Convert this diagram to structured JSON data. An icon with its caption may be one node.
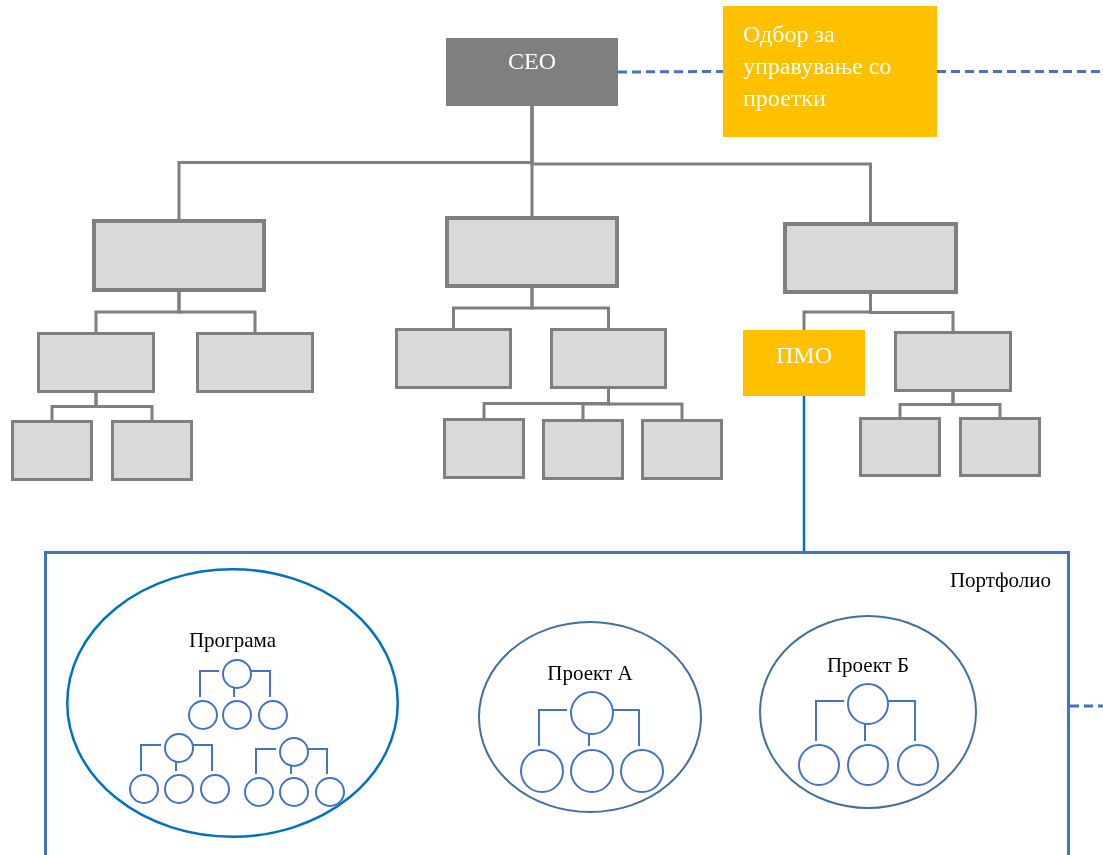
{
  "diagram": {
    "nodes": [
      {
        "text": [
          "CEO"
        ]
      },
      {
        "text": [
          "Одбор за управување со проетки"
        ]
      },
      {
        "text": [],
        "shape": "box"
      },
      {
        "text": [],
        "shape": "box"
      },
      {
        "text": [],
        "shape": "box"
      },
      {
        "text": [],
        "shape": "box"
      },
      {
        "text": [],
        "shape": "box"
      },
      {
        "text": [],
        "shape": "box"
      },
      {
        "text": [],
        "shape": "box"
      },
      {
        "text": [],
        "shape": "box"
      },
      {
        "text": [],
        "shape": "box"
      },
      {
        "text": [],
        "shape": "box"
      },
      {
        "text": [],
        "shape": "box"
      },
      {
        "text": [],
        "shape": "box"
      },
      {
        "text": [
          "ПМО"
        ]
      },
      {
        "text": [],
        "shape": "box"
      },
      {
        "text": [],
        "shape": "box"
      },
      {
        "text": [],
        "shape": "box"
      },
      {
        "text": [
          "Портфолио"
        ]
      },
      {
        "text": [
          "Програма"
        ],
        "in": 18
      },
      {
        "text": [],
        "shape": "circle",
        "in": 19
      },
      {
        "text": [],
        "shape": "circle",
        "in": 19
      },
      {
        "text": [],
        "shape": "circle",
        "in": 19
      },
      {
        "text": [],
        "shape": "circle",
        "in": 19
      },
      {
        "text": [],
        "shape": "circle",
        "in": 19
      },
      {
        "text": [],
        "shape": "circle",
        "in": 19
      },
      {
        "text": [],
        "shape": "circle",
        "in": 19
      },
      {
        "text": [],
        "shape": "circle",
        "in": 19
      },
      {
        "text": [],
        "shape": "circle",
        "in": 19
      },
      {
        "text": [],
        "shape": "circle",
        "in": 19
      },
      {
        "text": [],
        "shape": "circle",
        "in": 19
      },
      {
        "text": [],
        "shape": "circle",
        "in": 19
      },
      {
        "text": [
          "Проект А"
        ],
        "in": 18
      },
      {
        "text": [],
        "shape": "circle",
        "in": 32
      },
      {
        "text": [],
        "shape": "circle",
        "in": 32
      },
      {
        "text": [],
        "shape": "circle",
        "in": 32
      },
      {
        "text": [],
        "shape": "circle",
        "in": 32
      },
      {
        "text": [
          "Проект Б"
        ],
        "in": 18
      },
      {
        "text": [],
        "shape": "circle",
        "in": 37
      },
      {
        "text": [],
        "shape": "circle",
        "in": 37
      },
      {
        "text": [],
        "shape": "circle",
        "in": 37
      },
      {
        "text": [],
        "shape": "circle",
        "in": 37
      }
    ],
    "edges": [
      {
        "from": 0,
        "to": 1,
        "arrow": "none",
        "style": "dashed",
        "color": "#4472c4"
      },
      {
        "from": 1,
        "to": null,
        "arrow": "none",
        "style": "dashed",
        "color": "#4472c4"
      },
      {
        "from": 0,
        "to": 2,
        "arrow": "none"
      },
      {
        "from": 0,
        "to": 3,
        "arrow": "none"
      },
      {
        "from": 0,
        "to": 4,
        "arrow": "none"
      },
      {
        "from": 2,
        "to": 5,
        "arrow": "none"
      },
      {
        "from": 2,
        "to": 6,
        "arrow": "none"
      },
      {
        "from": 5,
        "to": 7,
        "arrow": "none"
      },
      {
        "from": 5,
        "to": 8,
        "arrow": "none"
      },
      {
        "from": 3,
        "to": 9,
        "arrow": "none"
      },
      {
        "from": 3,
        "to": 10,
        "arrow": "none"
      },
      {
        "from": 10,
        "to": 11,
        "arrow": "none"
      },
      {
        "from": 10,
        "to": 12,
        "arrow": "none"
      },
      {
        "from": 10,
        "to": 13,
        "arrow": "none"
      },
      {
        "from": 4,
        "to": 14,
        "arrow": "none"
      },
      {
        "from": 4,
        "to": 15,
        "arrow": "none"
      },
      {
        "from": 15,
        "to": 16,
        "arrow": "none"
      },
      {
        "from": 15,
        "to": 17,
        "arrow": "none"
      },
      {
        "from": 14,
        "to": 18,
        "arrow": "none",
        "color": "#0070c0"
      },
      {
        "from": 18,
        "to": null,
        "arrow": "none",
        "style": "dashed",
        "color": "#4472c4"
      },
      {
        "from": 20,
        "to": 21,
        "arrow": "none",
        "color": "#4472c4"
      },
      {
        "from": 20,
        "to": 22,
        "arrow": "none",
        "color": "#4472c4"
      },
      {
        "from": 20,
        "to": 23,
        "arrow": "none",
        "color": "#4472c4"
      },
      {
        "from": 24,
        "to": 25,
        "arrow": "none",
        "color": "#4472c4"
      },
      {
        "from": 24,
        "to": 26,
        "arrow": "none",
        "color": "#4472c4"
      },
      {
        "from": 24,
        "to": 27,
        "arrow": "none",
        "color": "#4472c4"
      },
      {
        "from": 28,
        "to": 29,
        "arrow": "none",
        "color": "#4472c4"
      },
      {
        "from": 28,
        "to": 30,
        "arrow": "none",
        "color": "#4472c4"
      },
      {
        "from": 28,
        "to": 31,
        "arrow": "none",
        "color": "#4472c4"
      },
      {
        "from": 33,
        "to": 34,
        "arrow": "none",
        "color": "#4472c4"
      },
      {
        "from": 33,
        "to": 35,
        "arrow": "none",
        "color": "#4472c4"
      },
      {
        "from": 33,
        "to": 36,
        "arrow": "none",
        "color": "#4472c4"
      },
      {
        "from": 38,
        "to": 39,
        "arrow": "none",
        "color": "#4472c4"
      },
      {
        "from": 38,
        "to": 40,
        "arrow": "none",
        "color": "#4472c4"
      },
      {
        "from": 38,
        "to": 41,
        "arrow": "none",
        "color": "#4472c4"
      }
    ]
  }
}
